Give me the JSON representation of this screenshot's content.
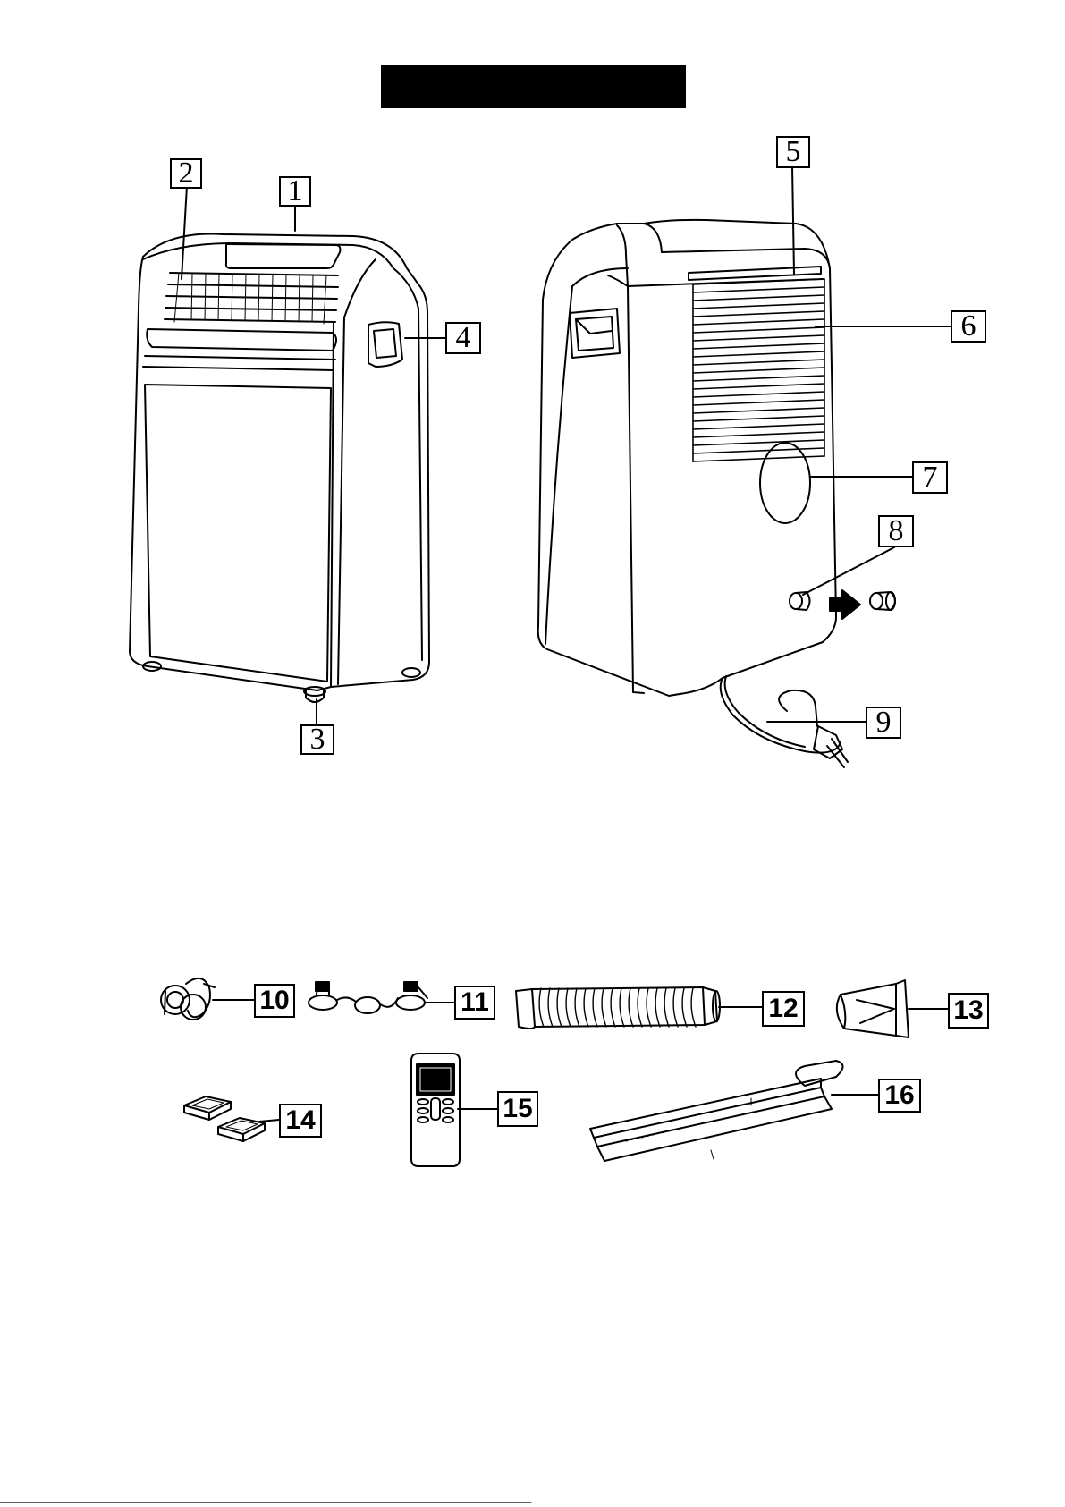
{
  "labels": {
    "l1": "1",
    "l2": "2",
    "l3": "3",
    "l4": "4",
    "l5": "5",
    "l6": "6",
    "l7": "7",
    "l8": "8",
    "l9": "9",
    "l10": "10",
    "l11": "11",
    "l12": "12",
    "l13": "13",
    "l14": "14",
    "l15": "15",
    "l16": "16"
  },
  "colors": {
    "ink": "#000000",
    "paper": "#ffffff",
    "shade": "#888888"
  }
}
